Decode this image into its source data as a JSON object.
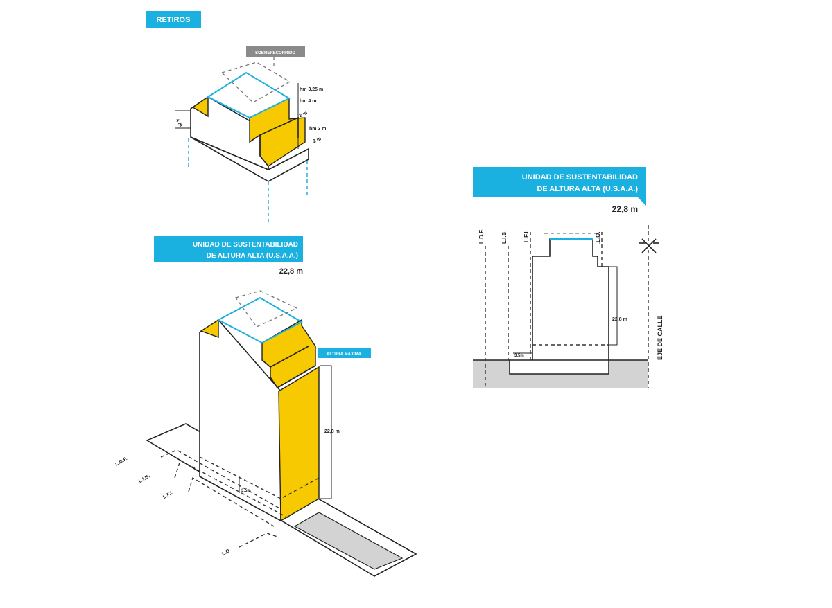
{
  "colors": {
    "accent_blue": "#1ab0e0",
    "yellow": "#f6c900",
    "ground_gray": "#d3d3d3",
    "grey_tag": "#8a8a8a"
  },
  "top_diagram": {
    "title": "RETIROS",
    "tag": "SOBRERECORRIDO",
    "dim_hm_325": "hm 3,25 m",
    "dim_hm_4": "hm 4 m",
    "dim_2m_a": "2 m",
    "dim_hm_3": "hm 3 m",
    "dim_2m_b": "2 m",
    "dim_4m": "4 m"
  },
  "iso_diagram": {
    "title_line1": "UNIDAD DE SUSTENTABILIDAD",
    "title_line2": "DE ALTURA ALTA (U.S.A.A.)",
    "height_value": "22,8 m",
    "tag_max_height": "ALTURA MAXIMA",
    "dim_height": "22,8 m",
    "dim_small": "3,5m",
    "line_ldf": "L.D.F.",
    "line_lib": "L.I.B.",
    "line_lfi": "L.F.I.",
    "line_lo": "L.O."
  },
  "section_diagram": {
    "title_line1": "UNIDAD DE SUSTENTABILIDAD",
    "title_line2": "DE ALTURA ALTA (U.S.A.A.)",
    "height_value": "22,8 m",
    "line_ldf": "L.D.F.",
    "line_lib": "L.I.B.",
    "line_lfi": "L.F.I.",
    "line_lo": "L.O.",
    "dim_height": "22,8 m",
    "dim_small": "3,5m",
    "street_axis": "EJE DE CALLE"
  }
}
